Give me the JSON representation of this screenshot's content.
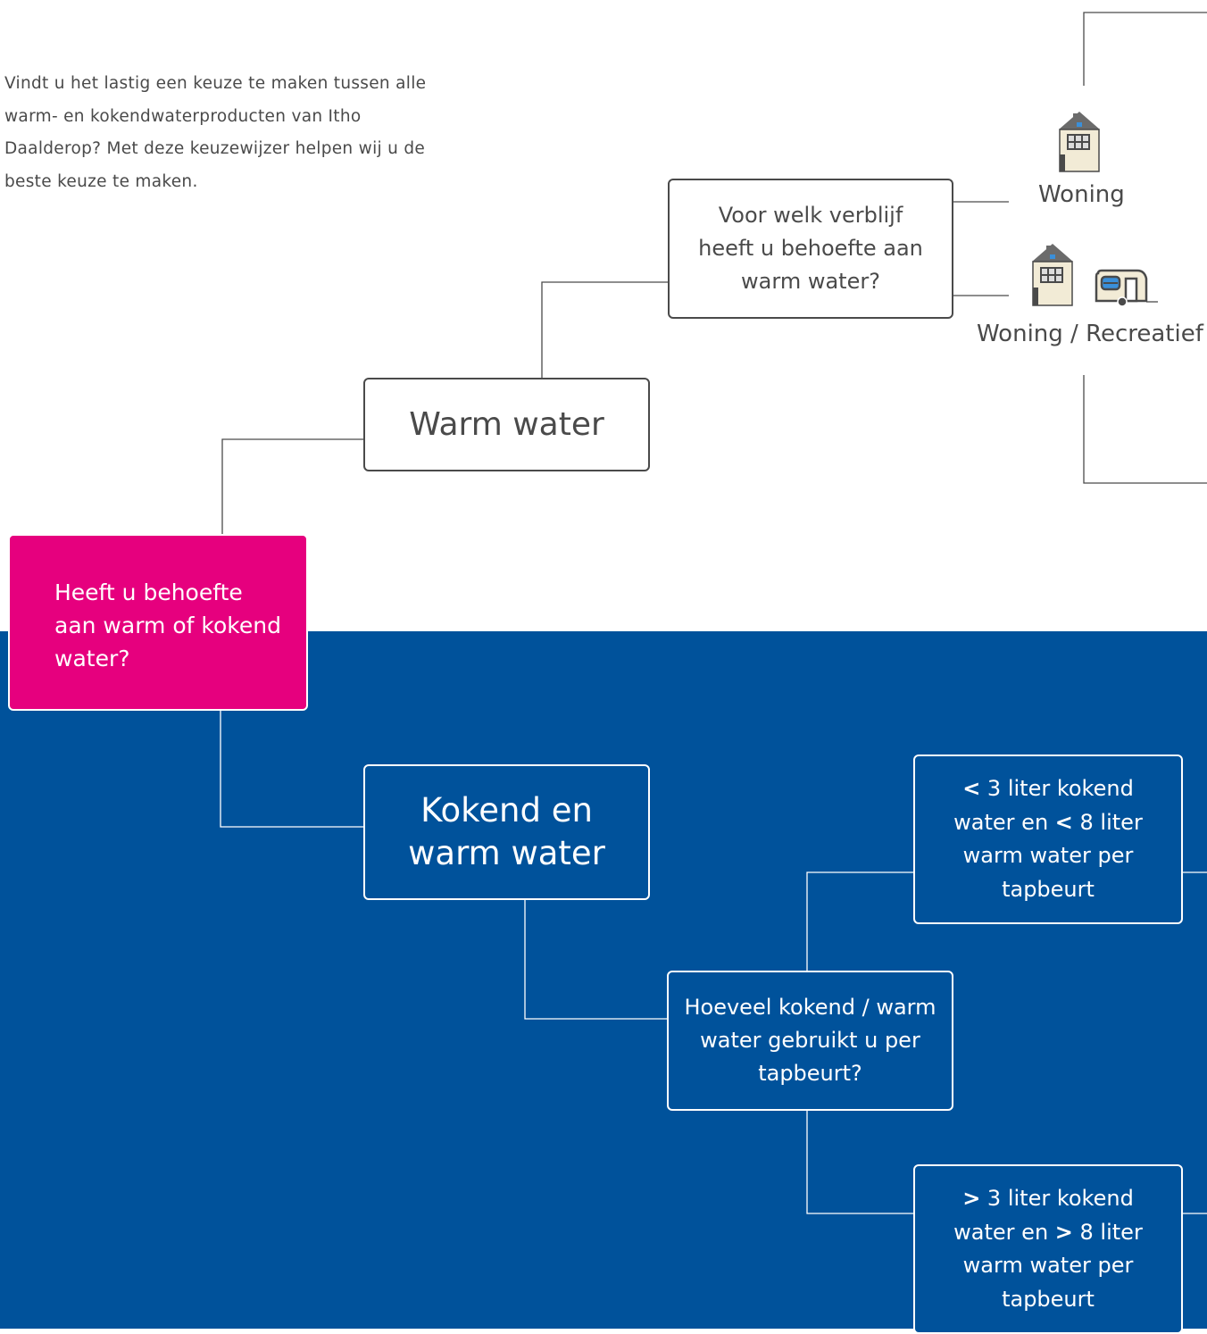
{
  "intro": "Vindt u het lastig een keuze te maken tussen alle warm- en kokendwaterproducten van Itho Daalderop? Met deze keuzewijzer helpen wij u de beste keuze te maken.",
  "nodes": {
    "start": "Heeft u behoefte aan warm of kokend water?",
    "warm_water": "Warm water",
    "verblijf_question": "Voor welk verblijf heeft u behoefte aan warm water?",
    "kokend_warm": "Kokend en warm water",
    "hoeveel_question": "Hoeveel kokend / warm water gebruikt u per tapbeurt?",
    "option_less": {
      "sign1": "<",
      "part1": " 3 liter kokend water en ",
      "sign2": "<",
      "part2": " 8 liter warm water per tapbeurt"
    },
    "option_more": {
      "sign1": ">",
      "part1": " 3 liter kokend water en ",
      "sign2": ">",
      "part2": " 8 liter warm water per tapbeurt"
    }
  },
  "labels": {
    "woning": "Woning",
    "woning_recreatief": "Woning / Recreatief"
  },
  "icons": [
    "house-icon",
    "house-icon",
    "caravan-icon"
  ],
  "colors": {
    "pink": "#e6007e",
    "blue": "#00529b",
    "text": "#4a4a4a",
    "line": "#4a4a4a"
  }
}
